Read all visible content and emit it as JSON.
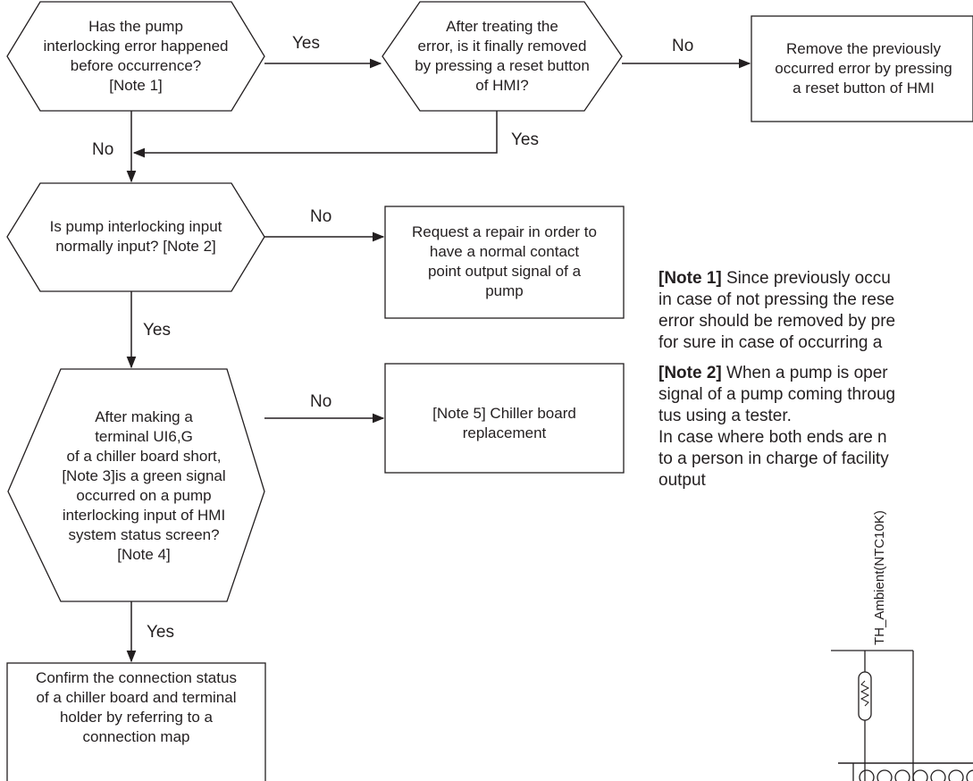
{
  "nodes": {
    "q1": "Has the pump\ninterlocking error happened\nbefore occurrence?\n[Note 1]",
    "q2": "After treating the\nerror, is it finally removed\nby pressing a reset button\nof HMI?",
    "box_reset": "Remove the previously\noccurred error by pressing\na reset button of HMI",
    "q3": "Is pump interlocking input\nnormally input? [Note 2]",
    "box_repair": "Request a repair in order to\nhave a normal contact\npoint output signal of a\npump",
    "q4": "After making a\nterminal UI6,G\nof a chiller board short,\n[Note 3]is a green signal\noccurred on a pump\ninterlocking input of HMI\nsystem status screen?\n[Note 4]",
    "box_replace": "[Note 5] Chiller board\nreplacement",
    "box_confirm": "Confirm the connection status\nof a chiller board and terminal\nholder by referring to a\nconnection map"
  },
  "labels": {
    "q1_yes": "Yes",
    "q2_no": "No",
    "q2_yes": "Yes",
    "q1_no": "No",
    "q3_no": "No",
    "q3_yes": "Yes",
    "q4_no": "No",
    "q4_yes": "Yes"
  },
  "notes": {
    "note1_tag": "[Note 1]",
    "note1_l1": " Since previously occu",
    "note1_l2": "in case of not pressing the rese",
    "note1_l3": "error should be removed by pre",
    "note1_l4": "for sure in case of occurring a",
    "note2_tag": "[Note 2]",
    "note2_l1": " When a pump is oper",
    "note2_l2": "signal of a pump coming throug",
    "note2_l3": "tus using a tester.",
    "note2_l4": "In case where both ends are n",
    "note2_l5": "to a person in charge of facility",
    "note2_l6": "output"
  },
  "diagram": {
    "sensor_label": "TH_Ambient(NTC10K)"
  }
}
